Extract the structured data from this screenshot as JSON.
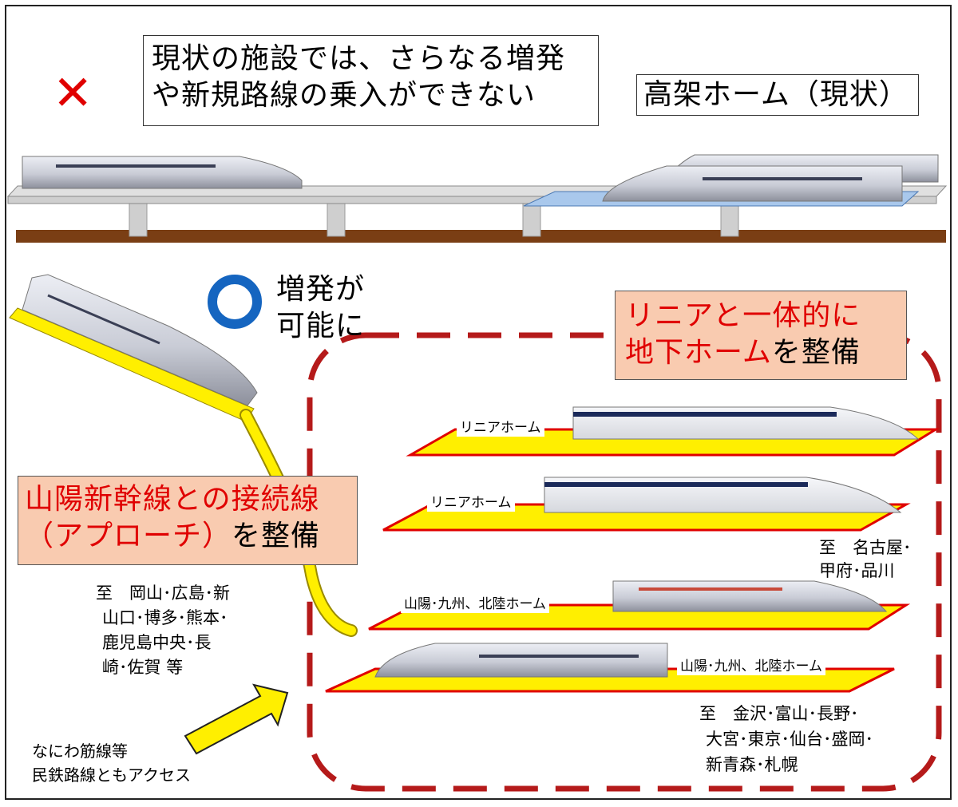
{
  "top": {
    "bad_mark": "✕",
    "message_line1": "現状の施設では、さらなる増発",
    "message_line2": "や新規路線の乗入ができない",
    "current_label": "高架ホーム（現状）"
  },
  "bottom": {
    "good_mark": "○",
    "good_line1": "増発が",
    "good_line2": "可能に",
    "underground_line1": "リニアと一体的に",
    "underground_line2_red": "地下ホーム",
    "underground_line2_black": "を整備",
    "connection_line1": "山陽新幹線との接続線",
    "connection_line2_red": "（アプローチ）",
    "connection_line2_black": "を整備",
    "west_destinations": [
      "至　岡山･広島･新",
      "山口･博多･熊本･",
      "鹿児島中央･長",
      "崎･佐賀 等"
    ],
    "access_note": [
      "なにわ筋線等",
      "民鉄路線ともアクセス"
    ],
    "platforms": [
      {
        "label": "リニアホーム"
      },
      {
        "label": "リニアホーム"
      },
      {
        "label": "山陽･九州、北陸ホーム"
      },
      {
        "label": "山陽･九州、北陸ホーム"
      }
    ],
    "linear_destinations": [
      "至　名古屋･",
      "甲府･品川"
    ],
    "hokuriku_destinations": [
      "至　金沢･富山･長野･",
      "大宮･東京･仙台･盛岡･",
      "新青森･札幌"
    ]
  },
  "colors": {
    "red": "#e00000",
    "blue": "#1565c0",
    "yellow": "#ffef00",
    "dashed_red": "#b51a1a",
    "ground": "#7a3e14",
    "salmon": "#f9cbb0"
  }
}
